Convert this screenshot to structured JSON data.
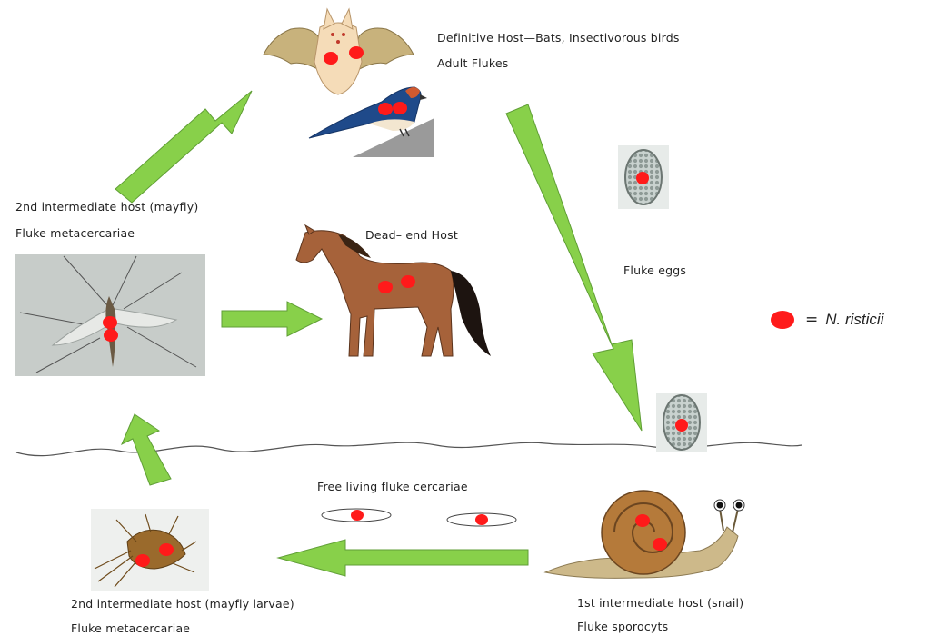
{
  "labels": {
    "definitive_host": "Definitive Host—Bats, Insectivorous birds",
    "adult_flukes": "Adult Flukes",
    "mayfly_host": "2nd intermediate host (mayfly)",
    "fluke_meta_top": "Fluke metacercariae",
    "dead_end_host": "Dead– end Host",
    "fluke_eggs": "Fluke eggs",
    "free_living": "Free living fluke cercariae",
    "snail_host": "1st intermediate host (snail)",
    "fluke_sporocyts": "Fluke sporocyts",
    "larvae_host": "2nd intermediate host (mayfly larvae)",
    "fluke_meta_bottom": "Fluke metacercariae"
  },
  "legend": {
    "equals": "=",
    "text": "N. risticii",
    "dot_color": "#ff1a1a"
  },
  "colors": {
    "arrow": "#88d04a",
    "arrow_stroke": "#5f9e35",
    "marker": "#ff1a1a",
    "water_line": "#555555"
  }
}
